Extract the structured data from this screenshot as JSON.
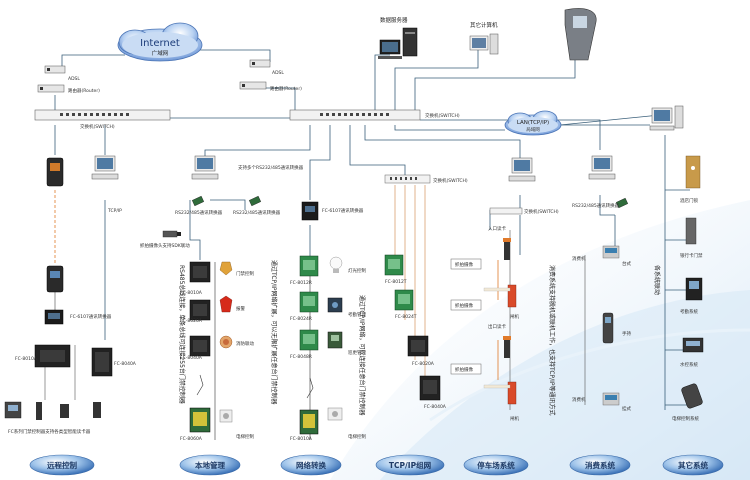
{
  "internet": {
    "title": "Internet",
    "subtitle": "广域网"
  },
  "lan_cloud": {
    "title": "LAN(TCP/IP)",
    "subtitle": "局域网"
  },
  "devices": {
    "adsl_left": "ADSL",
    "router_left": "路由器(Router)",
    "adsl_mid": "ADSL",
    "router_mid": "路由器(Router)",
    "switch_left": "交换机(SWITCH)",
    "switch_mid": "交换机(SWITCH)",
    "data_server": "数据服务器",
    "other_computer": "其它计算机",
    "converter_note": "支持多个RS232/485通讯转换器",
    "rs232_485_a": "RS232/485通讯转换器",
    "rs232_485_b": "RS232/485通讯转换器",
    "rs232_485_c": "RS232/485通讯转换器",
    "tcpip_label": "TCP/IP",
    "fc_module_left": "FC-6107通讯转换器",
    "fc_module_mid": "FC-6107通讯转换器",
    "camera_note": "抓拍摄像头支持SDK联动",
    "switch_tcp": "交换机(SWITCH)",
    "switch_parking": "交换机(SWITCH)",
    "remote_controller_a": "FC-8010A",
    "remote_controller_b": "FC-8040A",
    "remote_bottom": "FC系列门禁控制器支持各类型智能读卡器"
  },
  "local": {
    "controllers": [
      "FC-8010A",
      "FC-8020A",
      "FC-8040A",
      "FC-8060A"
    ],
    "items": [
      "门禁控制",
      "报警",
      "消防联动",
      "电梯控制"
    ],
    "vertical_text": "RS485总线连接，单条总线可连接255台门禁控制器"
  },
  "network": {
    "controllers": [
      "FC-8012R",
      "FC-8024R",
      "FC-8048R",
      "FC-8010A"
    ],
    "items": [
      "灯光控制",
      "考勤管理",
      "巡更管理",
      "电梯控制"
    ],
    "vertical_text": "通过TCP/IP网络扩展，可以无限扩展任意台门禁控制器"
  },
  "tcp": {
    "controllers": [
      "FC-8012T",
      "FC-8024T",
      "FC-8020A",
      "FC-8040A"
    ],
    "vertical_text": "通过TCP/IP网络，可以连接任意台门禁控制器"
  },
  "parking": {
    "entrance": "入口读卡",
    "exit": "出口读卡",
    "cameras": [
      "抓拍摄像",
      "抓拍摄像",
      "抓拍摄像"
    ],
    "gates": [
      "闸机",
      "闸机"
    ]
  },
  "consumption": {
    "vertical_text": "消费系统支持脱机或联机工作，也支持TCP/IP等通讯方式",
    "pos_a": "消费机",
    "pos_a_type": "台式",
    "handheld": "手持",
    "pos_b": "消费机",
    "pos_b_type": "挂式"
  },
  "other": {
    "vertical_text": "各系统联动",
    "items": [
      "酒店门锁",
      "银行卡门禁",
      "考勤系统",
      "水控系统",
      "电梯控制系统"
    ]
  },
  "categories": [
    "远程控制",
    "本地管理",
    "网络转换",
    "TCP/IP组网",
    "停车场系统",
    "消费系统",
    "其它系统"
  ]
}
